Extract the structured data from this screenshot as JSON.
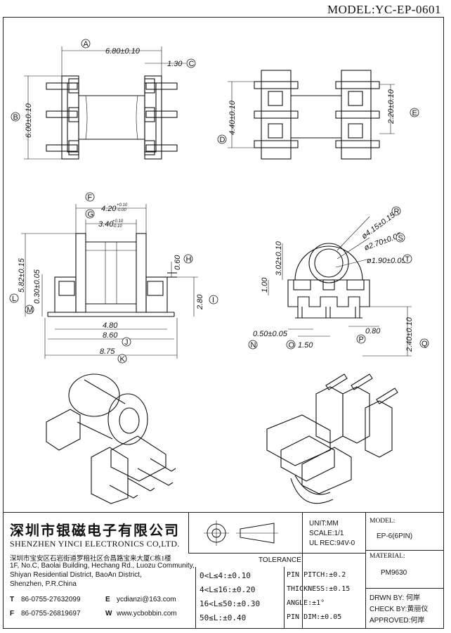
{
  "model": "MODEL:YC-EP-0601",
  "dimensions": {
    "A": "6.80±0.10",
    "C": "1.30",
    "B": "6.00±0.10",
    "D": "4.40±0.10",
    "E": "2.20±0.10",
    "F": "4.20",
    "F_tol_top": "+0.10",
    "F_tol_bot": "-0.00",
    "G": "3.40",
    "G_tol_top": "+0.10",
    "G_tol_bot": "-0.10",
    "H": "0.60",
    "I": "2.80",
    "J": "8.60",
    "K": "8.75",
    "L": "5.82±0.15",
    "M": "0.30±0.05",
    "width_480": "4.80",
    "R": "ø4.15±0.15",
    "S": "ø2.70±0.05",
    "T": "ø1.90±0.05",
    "h302": "3.02±0.10",
    "h100": "1.00",
    "N": "0.50±0.05",
    "O": "1.50",
    "P": "0.80",
    "Q": "2.40±0.10"
  },
  "letters": [
    "A",
    "B",
    "C",
    "D",
    "E",
    "F",
    "G",
    "H",
    "I",
    "J",
    "K",
    "L",
    "M",
    "N",
    "O",
    "P",
    "Q",
    "R",
    "S",
    "T"
  ],
  "company": {
    "cn_name": "深圳市银磁电子有限公司",
    "en_name": "SHENZHEN YINCI ELECTRONICS CO,LTD.",
    "address_cn": "深圳市宝安区石岩街道罗租社区合昌路宝来大厦C栋1楼",
    "address_en1": "1F, No.C, Baolai Building, Hechang Rd., Luozu Community,",
    "address_en2": "Shiyan Residential District, BaoAn District,",
    "address_en3": "Shenzhen, P.R.China",
    "tel_label": "T",
    "tel": "86-0755-27632099",
    "fax_label": "F",
    "fax": "86-0755-26819697",
    "email_label": "E",
    "email": "ycdianzi@163.com",
    "web_label": "W",
    "web": "www.ycbobbin.com"
  },
  "info": {
    "unit": "UNIT:MM",
    "scale": "SCALE:1/1",
    "ul": "UL REC:94V-0",
    "model_label": "MODEL:",
    "model_value": "EP-6(6PIN)",
    "material_label": "MATERIAL:",
    "material_value": "PM9630",
    "tolerance_title": "TOLERANCE",
    "tol_rows": [
      "0<L≤4:±0.10",
      "4<L≤16:±0.20",
      "16<L≤50:±0.30",
      "50≤L:±0.40"
    ],
    "pin_rows": [
      "PIN PITCH:±0.2",
      "THICKNESS:±0.15",
      "ANGLE:±1°",
      "PIN DIM:±0.05"
    ],
    "drwn": "DRWN BY: 何岸",
    "check": "CHECK BY:黄丽仪",
    "approved": "APPROVED:何岸"
  }
}
